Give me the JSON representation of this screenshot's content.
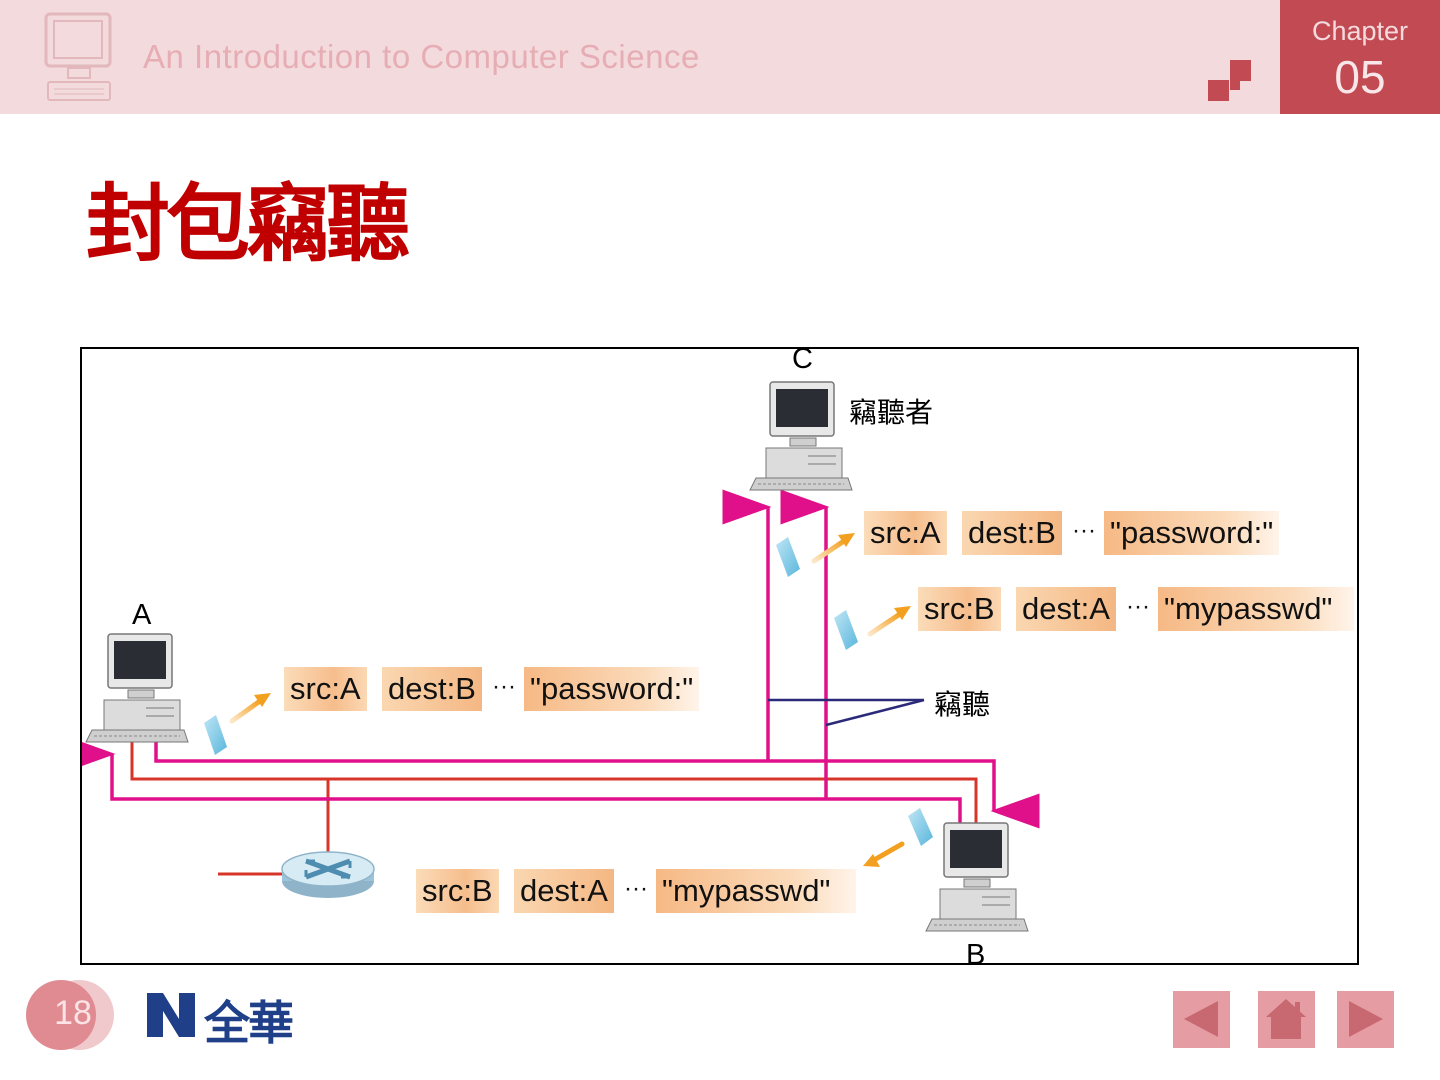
{
  "header": {
    "course_title": "An Introduction to Computer Science",
    "chapter_label": "Chapter",
    "chapter_number": "05"
  },
  "slide": {
    "title": "封包竊聽"
  },
  "diagram": {
    "nodes": {
      "a": "A",
      "b": "B",
      "c": "C",
      "c_role": "竊聽者",
      "sniff_label": "竊聽"
    },
    "packets": {
      "a_to_b": {
        "src": "src:A",
        "dest": "dest:B",
        "dots": "···",
        "payload": "\"password:\""
      },
      "b_to_a": {
        "src": "src:B",
        "dest": "dest:A",
        "dots": "···",
        "payload": "\"mypasswd\""
      },
      "c_copy_1": {
        "src": "src:A",
        "dest": "dest:B",
        "dots": "···",
        "payload": "\"password:\""
      },
      "c_copy_2": {
        "src": "src:B",
        "dest": "dest:A",
        "dots": "···",
        "payload": "\"mypasswd\""
      }
    }
  },
  "footer": {
    "page_number": "18",
    "publisher": "全華"
  },
  "colors": {
    "header_bg": "#f2dadd",
    "chapter_bg": "#c24b53",
    "title_red": "#c00000",
    "magenta_wire": "#e0108a",
    "red_wire": "#d7352a",
    "nav_button": "#e59da3"
  }
}
